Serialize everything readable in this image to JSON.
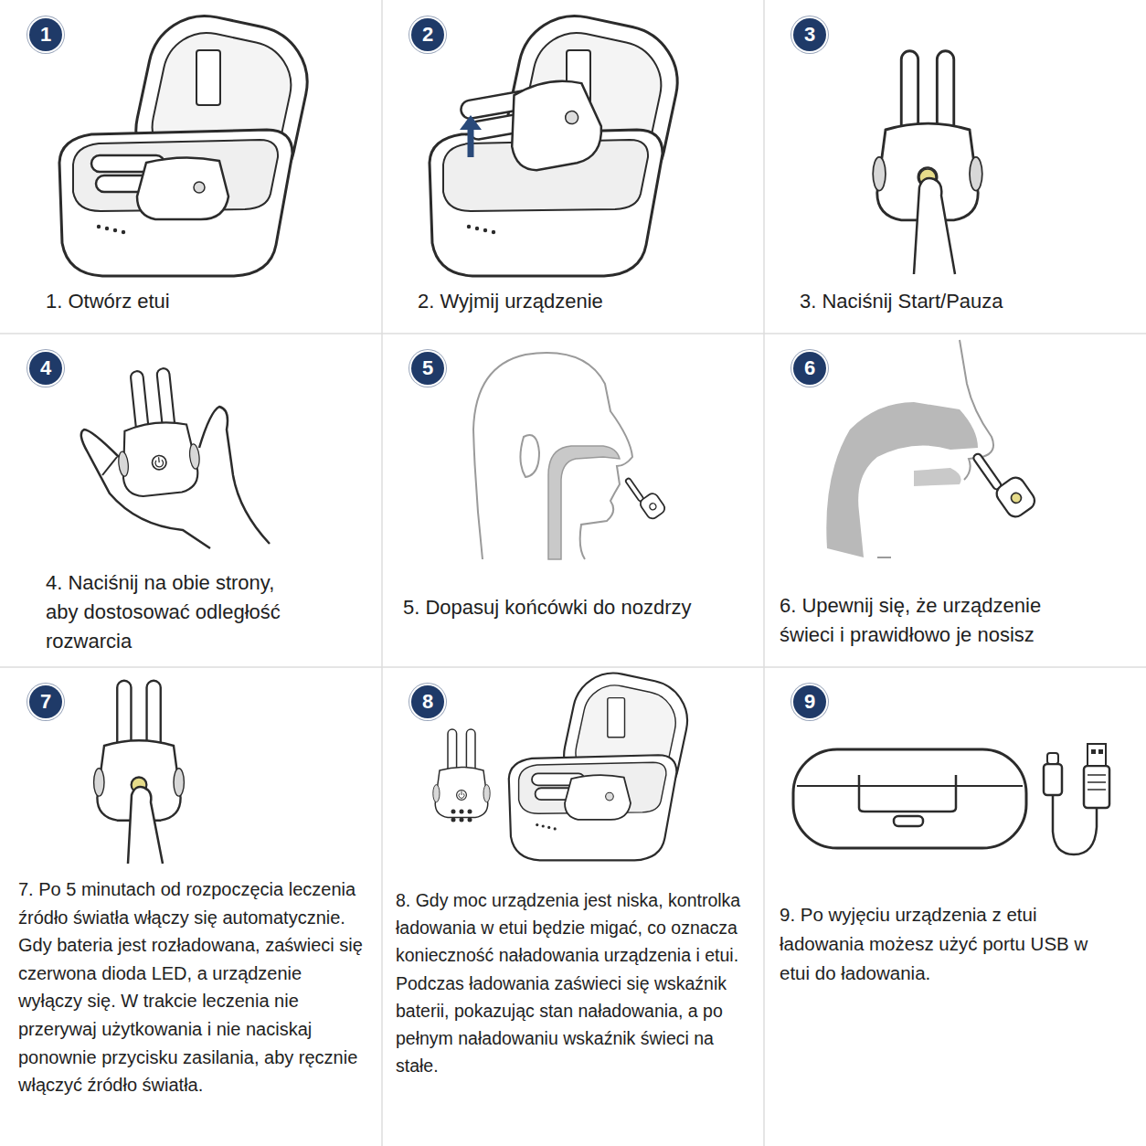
{
  "diagram": {
    "nodes": [
      {
        "text": [
          "1. Otwórz etui"
        ]
      },
      {
        "text": [
          "1"
        ],
        "in": 0
      },
      {
        "text": [
          "2. Wyjmij urządzenie"
        ]
      },
      {
        "text": [
          "2"
        ],
        "in": 2
      },
      {
        "text": [
          "3. Naciśnij Start/Pauza"
        ]
      },
      {
        "text": [
          "3"
        ],
        "in": 4
      },
      {
        "text": [
          "4. Naciśnij na obie strony, aby dostosować odległość rozwarcia"
        ]
      },
      {
        "text": [
          "4"
        ],
        "in": 6
      },
      {
        "text": [
          "5. Dopasuj końcówki do nozdrzy"
        ]
      },
      {
        "text": [
          "5"
        ],
        "in": 8
      },
      {
        "text": [
          "6. Upewnij się, że urządzenie świeci i prawidłowo je nosisz"
        ]
      },
      {
        "text": [
          "6"
        ],
        "in": 10
      },
      {
        "text": [
          "7. Po 5 minutach od rozpoczęcia leczenia źródło światła włączy się automatycznie. Gdy bateria jest rozładowana, zaświeci się czerwona dioda LED, a urządzenie wyłączy się. W trakcie leczenia nie przerywaj użytkowania i nie naciskaj ponownie przycisku zasilania, aby ręcznie włączyć źródło światła."
        ]
      },
      {
        "text": [
          "7"
        ],
        "in": 12
      },
      {
        "text": [
          "8. Gdy moc urządzenia jest niska, kontrolka ładowania w etui będzie migać, co oznacza konieczność naładowania urządzenia i etui. Podczas ładowania zaświeci się wskaźnik baterii, pokazując stan naładowania, a po pełnym naładowaniu wskaźnik świeci na stałe."
        ]
      },
      {
        "text": [
          "8"
        ],
        "in": 14
      },
      {
        "text": [
          "9. Po wyjęciu urządzenia z etui ładowania możesz użyć portu USB w etui do ładowania."
        ]
      },
      {
        "text": [
          "9"
        ],
        "in": 16
      }
    ]
  }
}
